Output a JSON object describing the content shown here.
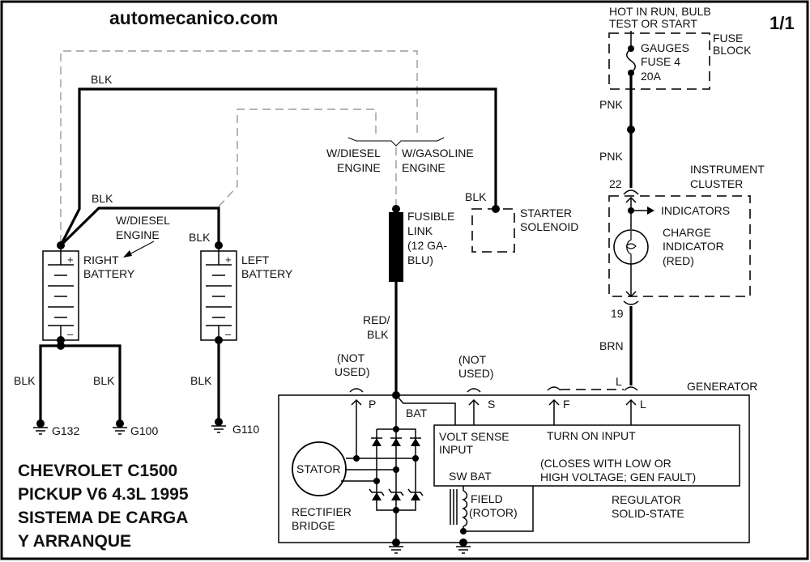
{
  "header": {
    "site": "automecanico.com",
    "page_indicator": "1/1"
  },
  "title_block": {
    "lines": [
      "CHEVROLET C1500",
      "PICKUP V6 4.3L 1995",
      "SISTEMA DE CARGA",
      "Y ARRANQUE"
    ]
  },
  "fuse_block": {
    "supply_note_1": "HOT IN RUN, BULB",
    "supply_note_2": "TEST OR START",
    "label_1": "FUSE",
    "label_2": "BLOCK",
    "fuse_1": "GAUGES",
    "fuse_2": "FUSE 4",
    "fuse_3": "20A"
  },
  "wires": {
    "pnk_upper": "PNK",
    "pnk_lower": "PNK",
    "brn": "BRN",
    "blk_top": "BLK",
    "blk_mid": "BLK",
    "blk_left_batt": "BLK",
    "blk_starter": "BLK",
    "red_blk_1": "RED/",
    "red_blk_2": "BLK",
    "blk_g132": "BLK",
    "blk_g100": "BLK",
    "blk_g110": "BLK"
  },
  "instrument_cluster": {
    "label_1": "INSTRUMENT",
    "label_2": "CLUSTER",
    "pin_in": "22",
    "pin_out": "19",
    "indicators": "INDICATORS",
    "charge_1": "CHARGE",
    "charge_2": "INDICATOR",
    "charge_3": "(RED)"
  },
  "engine_options": {
    "diesel_1": "W/DIESEL",
    "diesel_2": "ENGINE",
    "gas_1": "W/GASOLINE",
    "gas_2": "ENGINE",
    "batt_diesel_1": "W/DIESEL",
    "batt_diesel_2": "ENGINE"
  },
  "batteries": {
    "right_1": "RIGHT",
    "right_2": "BATTERY",
    "left_1": "LEFT",
    "left_2": "BATTERY",
    "plus": "+",
    "minus": "–"
  },
  "grounds": [
    "G132",
    "G100",
    "G110"
  ],
  "fusible_link": {
    "line_1": "FUSIBLE",
    "line_2": "LINK",
    "line_3": "(12 GA-",
    "line_4": "BLU)"
  },
  "starter": {
    "line_1": "STARTER",
    "line_2": "SOLENOID"
  },
  "generator": {
    "label": "GENERATOR",
    "not_used_p_1": "(NOT",
    "not_used_p_2": "USED)",
    "not_used_s_1": "(NOT",
    "not_used_s_2": "USED)",
    "term_p": "P",
    "term_s": "S",
    "term_f": "F",
    "term_l": "L",
    "term_l_conn": "L",
    "bat": "BAT",
    "stator": "STATOR",
    "rectifier_1": "RECTIFIER",
    "rectifier_2": "BRIDGE",
    "volt_sense_1": "VOLT SENSE",
    "volt_sense_2": "INPUT",
    "sw_bat": "SW BAT",
    "field_1": "FIELD",
    "field_2": "(ROTOR)",
    "turn_on": "TURN ON INPUT",
    "closes_1": "(CLOSES WITH LOW OR",
    "closes_2": "HIGH VOLTAGE; GEN FAULT)",
    "regulator_1": "REGULATOR",
    "regulator_2": "SOLID-STATE"
  }
}
